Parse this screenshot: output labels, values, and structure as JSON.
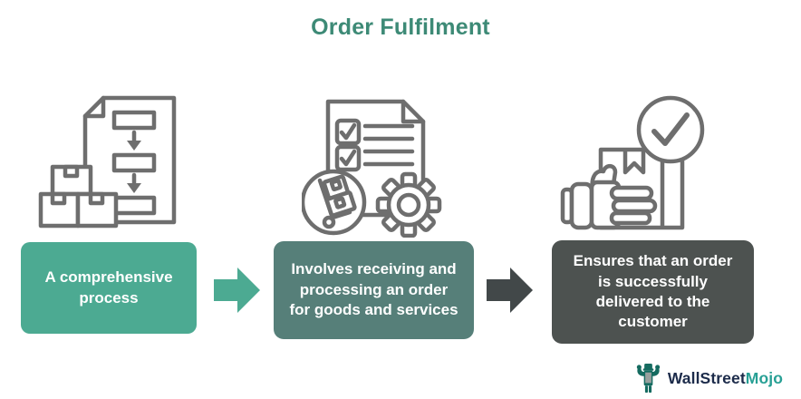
{
  "title": "Order Fulfilment",
  "colors": {
    "title_color": "#3d8a76",
    "step1_bg": "#4caa92",
    "step2_bg": "#567f79",
    "step3_bg": "#4d5250",
    "arrow1_fill": "#4caa92",
    "arrow2_fill": "#424849",
    "icon_stroke": "#6e6e6e",
    "box_text": "#ffffff",
    "logo_navy": "#1c2b4a",
    "logo_teal": "#28a095"
  },
  "steps": [
    {
      "icon": "process-document-boxes-icon",
      "label": "A comprehensive\nprocess"
    },
    {
      "icon": "checklist-trolley-gear-icon",
      "label": "Involves receiving and\nprocessing an order\nfor goods and services"
    },
    {
      "icon": "hand-package-check-icon",
      "label": "Ensures that an order\nis successfully\ndelivered to the\ncustomer"
    }
  ],
  "logo": {
    "brand_primary": "WallStreet",
    "brand_secondary": "Mojo"
  }
}
